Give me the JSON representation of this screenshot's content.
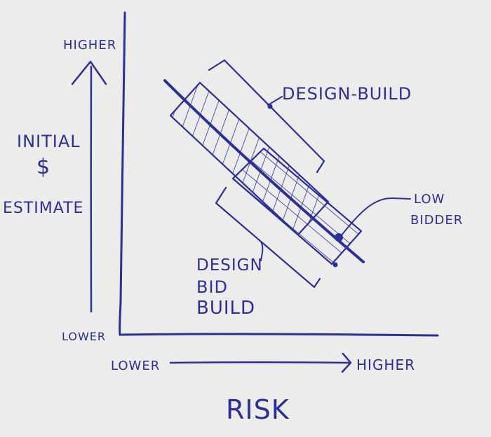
{
  "diagram": {
    "y_axis": {
      "top_label": "HIGHER",
      "bottom_label": "LOWER",
      "title_lines": [
        "INITIAL",
        "$",
        "ESTIMATE"
      ]
    },
    "x_axis": {
      "left_label": "LOWER",
      "right_label": "HIGHER",
      "title": "RISK"
    },
    "bands": {
      "design_build_label": "DESIGN-BUILD",
      "design_bid_build_lines": [
        "DESIGN",
        "BID",
        "BUILD"
      ]
    },
    "point_label_lines": [
      "LOW",
      "BIDDER"
    ],
    "ink_color": "#2b2e9e",
    "paper_color": "#ececea"
  }
}
